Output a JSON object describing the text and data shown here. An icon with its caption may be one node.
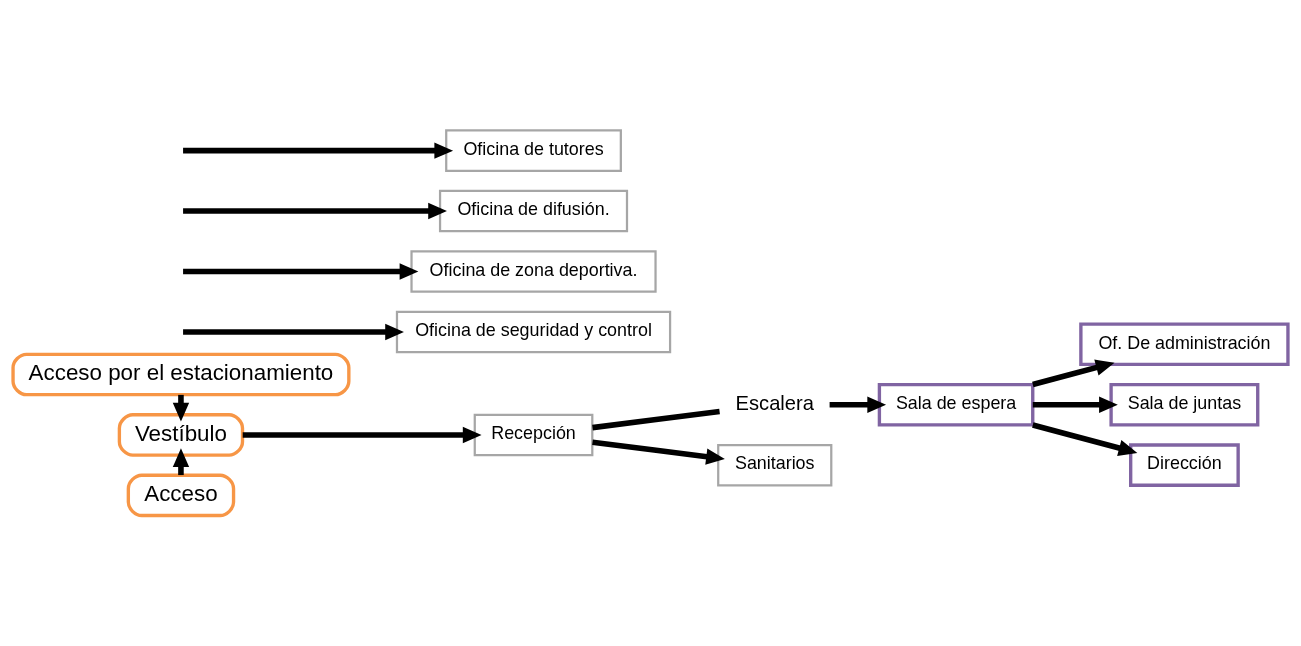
{
  "diagram": {
    "nodes": [
      {
        "text": [
          "Acceso por el estacionamiento"
        ]
      },
      {
        "text": [
          "Vestíbulo"
        ]
      },
      {
        "text": [
          "Acceso"
        ]
      },
      {
        "text": [
          "Recepción"
        ]
      },
      {
        "text": [
          "Escalera"
        ]
      },
      {
        "text": [
          "Sala de espera"
        ]
      },
      {
        "text": [
          "Of. De administración"
        ]
      },
      {
        "text": [
          "Sala de juntas"
        ]
      },
      {
        "text": [
          "Dirección"
        ]
      },
      {
        "text": [
          "Sanitarios"
        ]
      },
      {
        "text": [
          "Oficina de seguridad y control"
        ]
      },
      {
        "text": [
          "Oficina de zona deportiva."
        ]
      },
      {
        "text": [
          "Oficina de difusión."
        ]
      },
      {
        "text": [
          "Oficina de tutores"
        ]
      }
    ],
    "edges": [
      {
        "from": 0,
        "to": 1,
        "arrow": "to"
      },
      {
        "from": 2,
        "to": 1,
        "arrow": "to"
      },
      {
        "from": 1,
        "to": 3,
        "arrow": "to"
      },
      {
        "from": 3,
        "to": 4,
        "arrow": "none"
      },
      {
        "from": 4,
        "to": 5,
        "arrow": "to"
      },
      {
        "from": 5,
        "to": 6,
        "arrow": "to"
      },
      {
        "from": 5,
        "to": 7,
        "arrow": "to"
      },
      {
        "from": 5,
        "to": 8,
        "arrow": "to"
      },
      {
        "from": 3,
        "to": 9,
        "arrow": "to"
      },
      {
        "from": null,
        "to": 10,
        "arrow": "to"
      },
      {
        "from": null,
        "to": 11,
        "arrow": "to"
      },
      {
        "from": null,
        "to": 12,
        "arrow": "to"
      },
      {
        "from": null,
        "to": 13,
        "arrow": "to"
      }
    ]
  }
}
